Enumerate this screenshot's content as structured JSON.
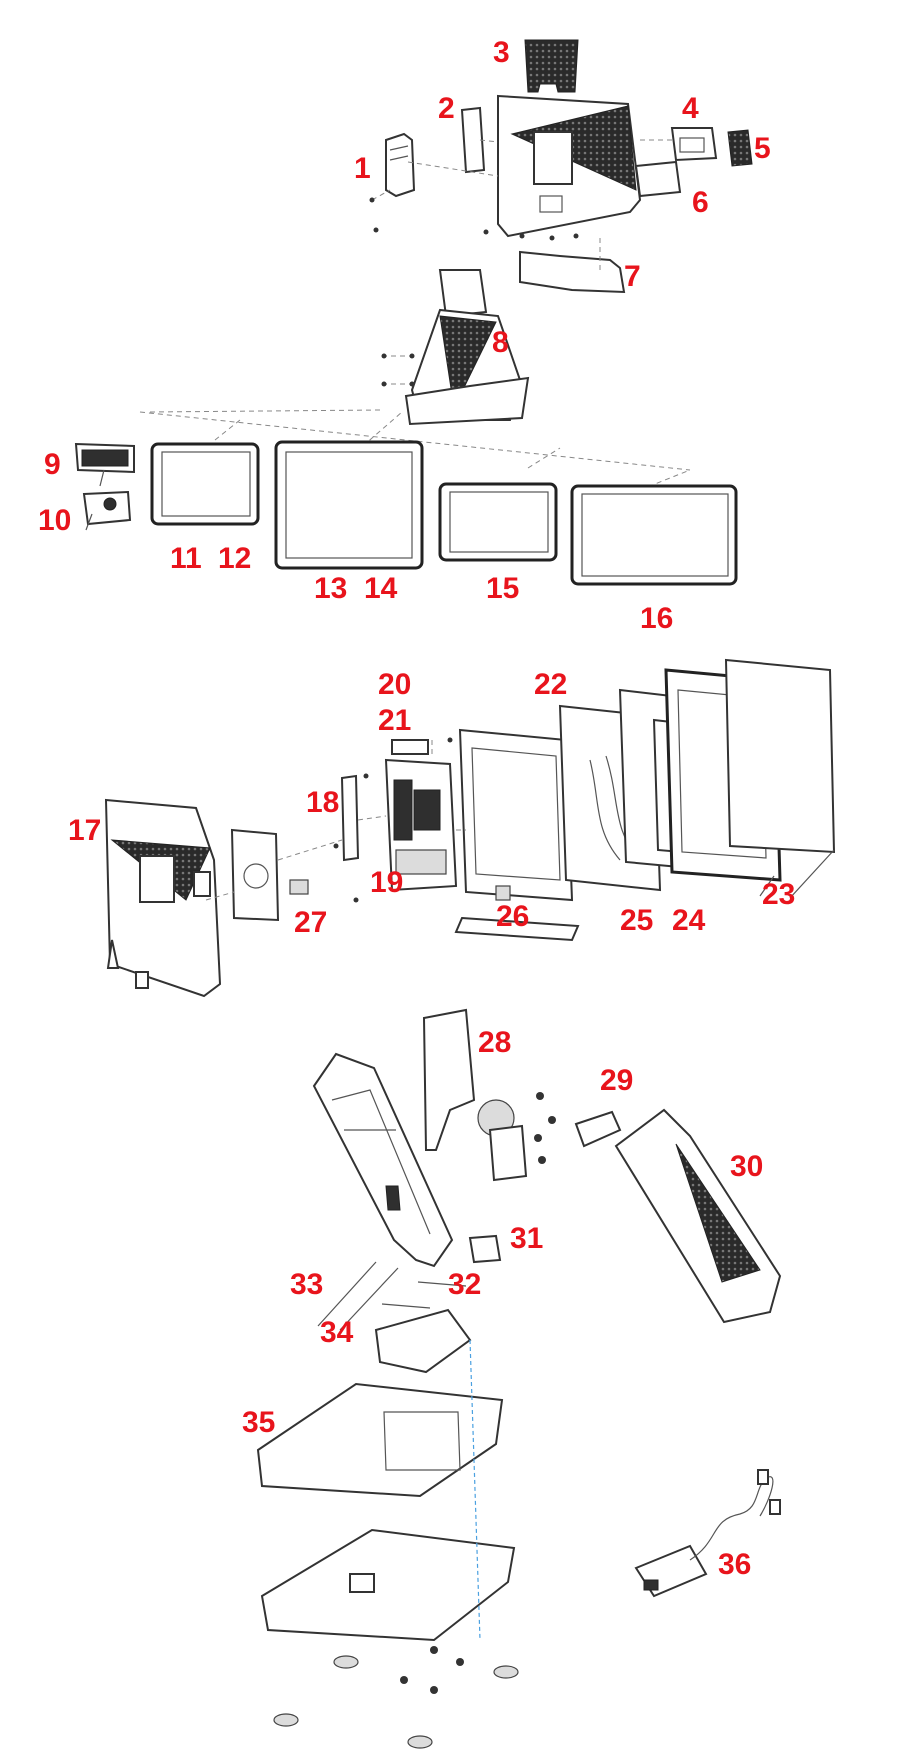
{
  "diagram": {
    "type": "exploded-parts-diagram",
    "label_color": "#e8141c",
    "line_color": "#333333",
    "callouts": [
      "1",
      "2",
      "3",
      "4",
      "5",
      "6",
      "7",
      "8",
      "9",
      "10",
      "11",
      "12",
      "13",
      "14",
      "15",
      "16",
      "17",
      "18",
      "19",
      "20",
      "21",
      "22",
      "23",
      "24",
      "25",
      "26",
      "27",
      "28",
      "29",
      "30",
      "31",
      "32",
      "33",
      "34",
      "35",
      "36"
    ]
  }
}
